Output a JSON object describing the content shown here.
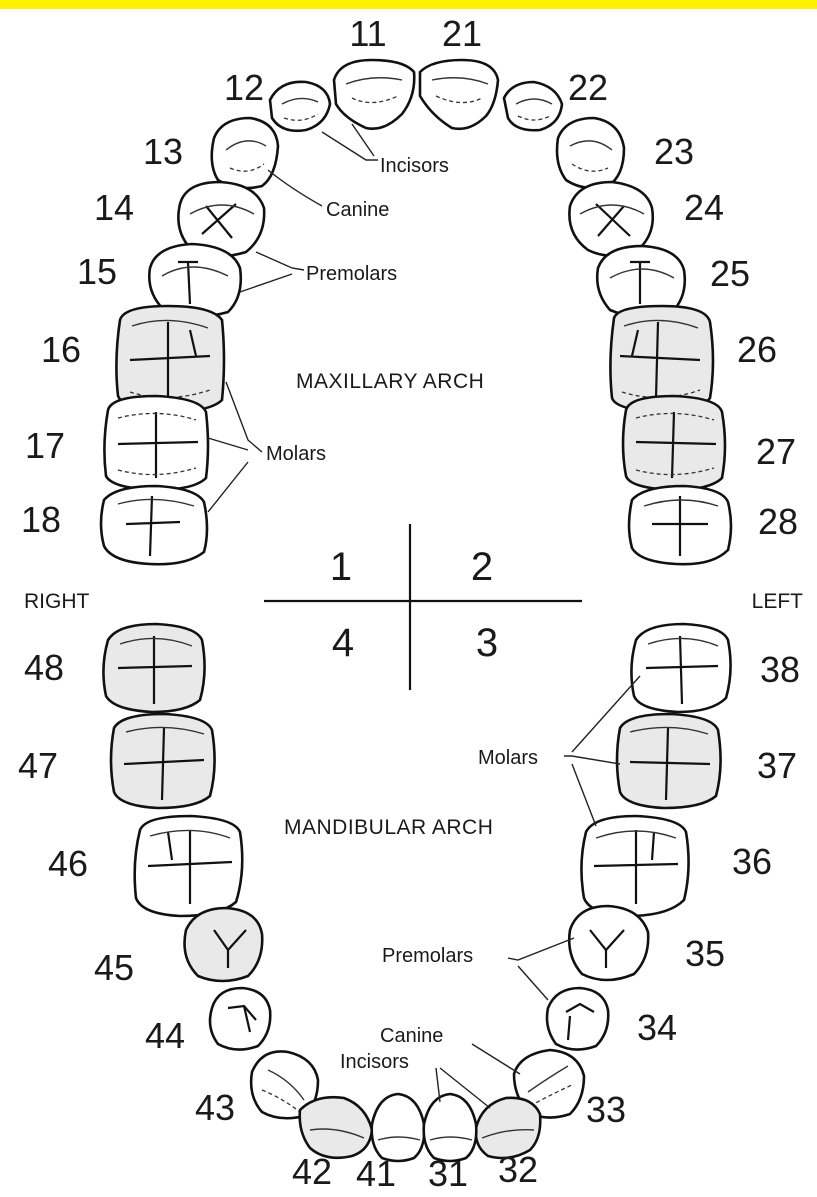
{
  "quadrants": [
    "1",
    "2",
    "4",
    "3"
  ],
  "sides": {
    "right": "RIGHT",
    "left": "LEFT"
  },
  "arches": {
    "maxillary": "MAXILLARY ARCH",
    "mandibular": "MANDIBULAR ARCH"
  },
  "labels": {
    "upper_incisors": "Incisors",
    "upper_canine": "Canine",
    "upper_premolars": "Premolars",
    "upper_molars": "Molars",
    "lower_molars": "Molars",
    "lower_premolars": "Premolars",
    "lower_canine": "Canine",
    "lower_incisors": "Incisors"
  },
  "tooth_numbers": {
    "upper_right": [
      "11",
      "12",
      "13",
      "14",
      "15",
      "16",
      "17",
      "18"
    ],
    "upper_left": [
      "21",
      "22",
      "23",
      "24",
      "25",
      "26",
      "27",
      "28"
    ],
    "lower_left": [
      "31",
      "32",
      "33",
      "34",
      "35",
      "36",
      "37",
      "38"
    ],
    "lower_right": [
      "41",
      "42",
      "43",
      "44",
      "45",
      "46",
      "47",
      "48"
    ]
  },
  "colors": {
    "header_bar": "#fff200",
    "ink": "#111111",
    "shade": "#e9e9e9"
  }
}
